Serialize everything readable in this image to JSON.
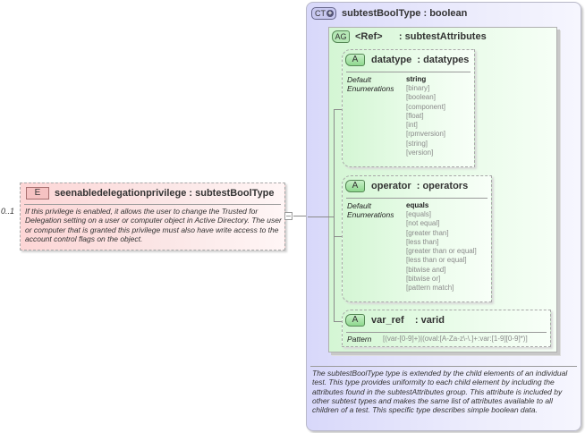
{
  "element": {
    "badge": "E",
    "name": "seenabledelegationprivilege",
    "type": "subtestBoolType",
    "title": "seenabledelegationprivilege  : subtestBoolType",
    "occurrence": "0..1",
    "description": "If this privilege is enabled, it allows the user to change the Trusted for Delegation setting on a user or computer object in Active Directory. The user or computer that is granted this privilege must also have write access to the account control flags on the object."
  },
  "complex_type": {
    "badge": "CT",
    "name": "subtestBoolType",
    "base": "boolean",
    "title": "subtestBoolType  : boolean",
    "description": "The subtestBoolType type is extended by the child elements of an individual test.  This type provides uniformity to each child element by including the attributes found in the subtestAttributes group.  This attribute is included by other subtest types and makes the same list of attributes available to all children of a test.  This specific type describes simple boolean data."
  },
  "attribute_group": {
    "badge": "AG",
    "title": "<Ref>      : subtestAttributes"
  },
  "attributes": [
    {
      "badge": "A",
      "title": "datatype  : datatypes",
      "labels": {
        "default": "Default",
        "enumerations": "Enumerations"
      },
      "default": "string",
      "enumerations": [
        "[binary]",
        "[boolean]",
        "[component]",
        "[float]",
        "[int]",
        "[rpmversion]",
        "[string]",
        "[version]"
      ]
    },
    {
      "badge": "A",
      "title": "operator  : operators",
      "labels": {
        "default": "Default",
        "enumerations": "Enumerations"
      },
      "default": "equals",
      "enumerations": [
        "[equals]",
        "[not equal]",
        "[greater than]",
        "[less than]",
        "[greater than or equal]",
        "[less than or equal]",
        "[bitwise and]",
        "[bitwise or]",
        "[pattern match]"
      ]
    },
    {
      "badge": "A",
      "title": "var_ref    : varid",
      "labels": {
        "pattern": "Pattern"
      },
      "pattern": "[(var-[0-9]+)|(oval:[A-Za-z\\-\\.]+:var:[1-9][0-9]*)]"
    }
  ],
  "colors": {
    "element_bg": "#fdd6d6",
    "complex_type_bg": "#d8d8fa",
    "attribute_bg": "#d4f6d4"
  }
}
